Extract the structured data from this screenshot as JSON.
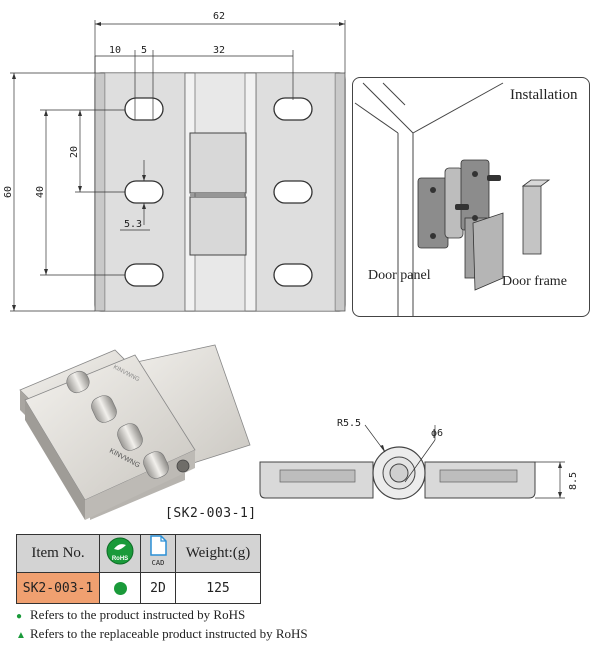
{
  "top_drawing": {
    "dims": {
      "overall_width": "62",
      "left_offset": "10",
      "slot_width": "5",
      "slot_spacing_h": "32",
      "overall_height": "60",
      "slot_spacing_v_outer": "40",
      "slot_spacing_v_inner": "20",
      "slot_height": "5.3"
    }
  },
  "installation": {
    "title": "Installation",
    "door_panel": "Door panel",
    "door_frame": "Door frame"
  },
  "photo": {
    "part_label": "[SK2-003-1]"
  },
  "side_drawing": {
    "radius": "R5.5",
    "diameter": "ϕ6",
    "thickness": "8.5"
  },
  "spec_table": {
    "headers": {
      "item_no": "Item No.",
      "rohs": "RoHS",
      "cad": "CAD",
      "weight": "Weight:(g)"
    },
    "row": {
      "item_no": "SK2-003-1",
      "cad": "2D",
      "weight": "125"
    },
    "colors": {
      "item_bg": "#f0a070",
      "header_bg": "#d3d3d3",
      "rohs_green": "#1a9a3a",
      "cad_blue": "#2a8fd6"
    }
  },
  "legend": {
    "circle_symbol": "●",
    "circle_text": "Refers to the product instructed by RoHS",
    "triangle_symbol": "▲",
    "triangle_text": "Refers to the replaceable product instructed by RoHS"
  }
}
